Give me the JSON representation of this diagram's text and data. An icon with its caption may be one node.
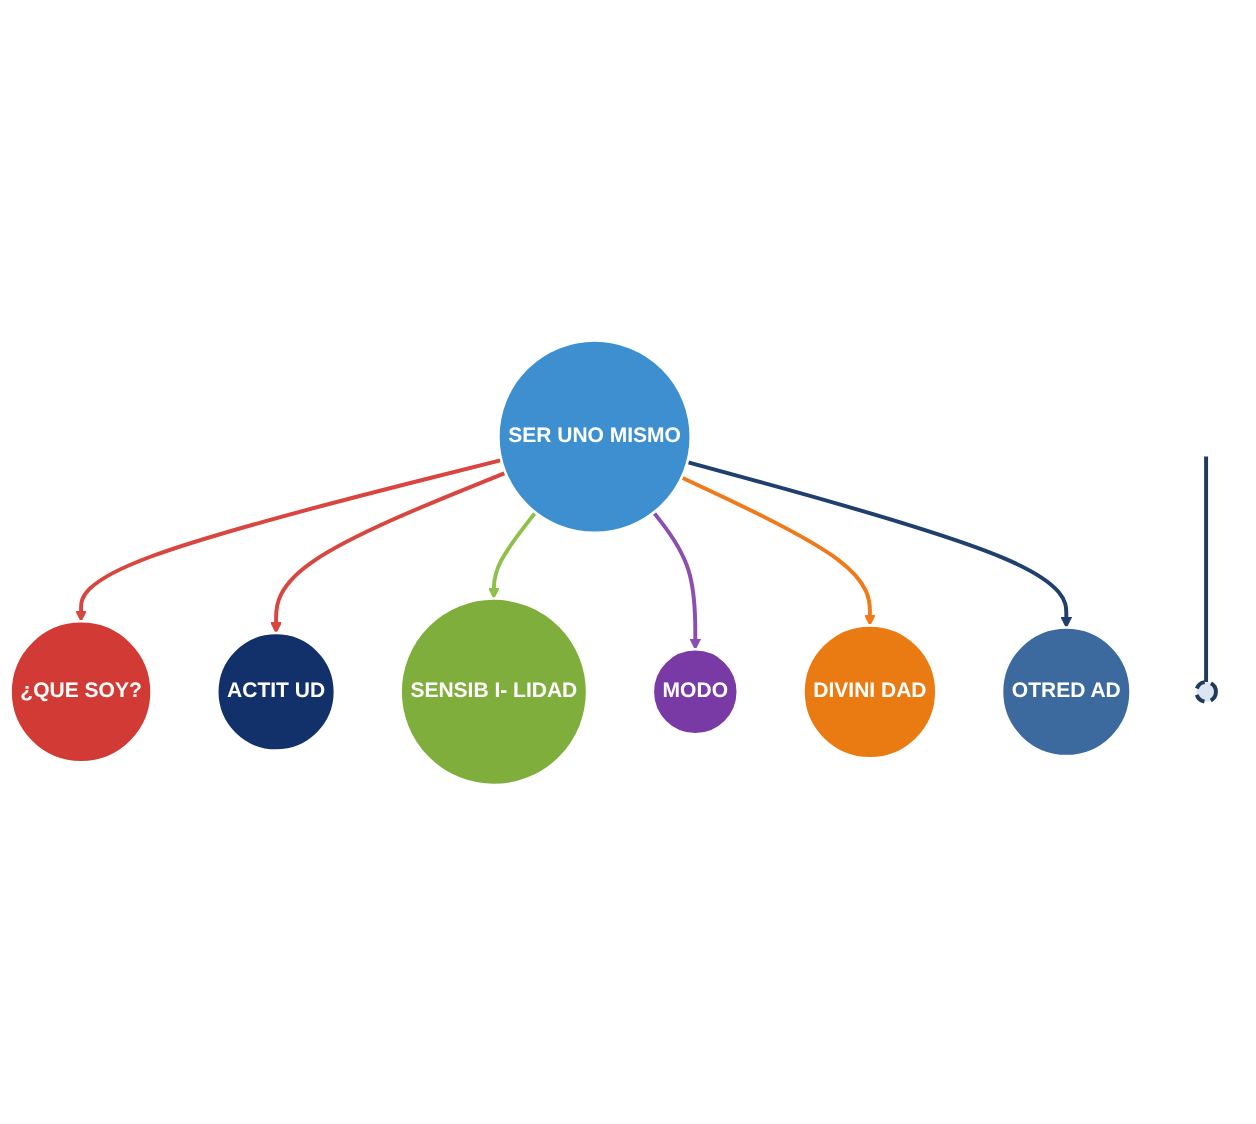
{
  "diagram": {
    "nodes": [
      {
        "text": [
          "¿QUE SOY?"
        ]
      },
      {
        "text": [
          "ACTIT UD"
        ]
      },
      {
        "text": [
          "SENSIB I- LIDAD"
        ]
      },
      {
        "text": [
          "SER UNO MISMO"
        ]
      },
      {
        "text": [
          "OTRED AD"
        ]
      },
      {
        "text": [
          "MODO"
        ]
      },
      {
        "text": [
          "DIVINI DAD"
        ]
      },
      {
        "text": [],
        "shape": "circle"
      }
    ],
    "edges": [
      {
        "from": 3,
        "to": 0,
        "arrow": "to",
        "color": "#d9463f"
      },
      {
        "from": 3,
        "to": 1,
        "arrow": "to",
        "color": "#d9463f"
      },
      {
        "from": 3,
        "to": 2,
        "arrow": "to",
        "color": "#8fc04a"
      },
      {
        "from": 3,
        "to": 5,
        "arrow": "to",
        "color": "#8a4fb0"
      },
      {
        "from": 3,
        "to": 6,
        "arrow": "to",
        "color": "#ee7a1a"
      },
      {
        "from": 3,
        "to": 4,
        "arrow": "to",
        "color": "#1f3f6e"
      },
      {
        "from": null,
        "to": 7,
        "arrow": "none",
        "color": "#1f3a5a"
      }
    ]
  }
}
